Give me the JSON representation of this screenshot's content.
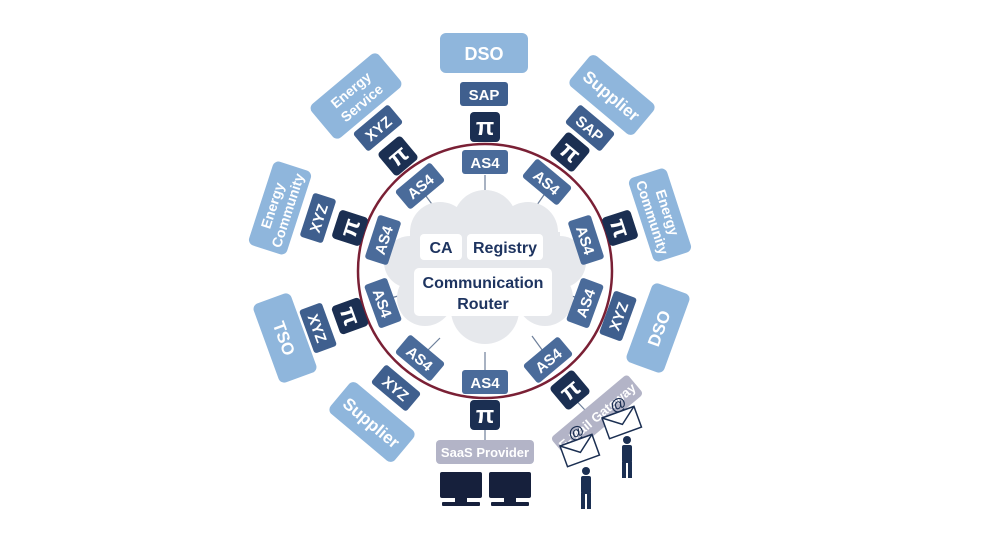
{
  "center": {
    "ca": "CA",
    "registry": "Registry",
    "router_line1": "Communication",
    "router_line2": "Router"
  },
  "nodes": [
    {
      "participant": "DSO",
      "adapter": "SAP",
      "protocol": "AS4"
    },
    {
      "participant": "Supplier",
      "adapter": "SAP",
      "protocol": "AS4"
    },
    {
      "participant_line1": "Energy",
      "participant_line2": "Community",
      "protocol": "AS4"
    },
    {
      "participant": "DSO",
      "adapter": "XYZ",
      "protocol": "AS4"
    },
    {
      "participant": "E-Mail Gateway",
      "protocol": "AS4"
    },
    {
      "participant": "SaaS Provider",
      "protocol": "AS4"
    },
    {
      "participant": "Supplier",
      "adapter": "XYZ",
      "protocol": "AS4"
    },
    {
      "participant": "TSO",
      "adapter": "XYZ",
      "protocol": "AS4"
    },
    {
      "participant_line1": "Energy",
      "participant_line2": "Community",
      "adapter": "XYZ",
      "protocol": "AS4"
    },
    {
      "participant_line1": "Energy",
      "participant_line2": "Service",
      "adapter": "XYZ",
      "protocol": "AS4"
    }
  ],
  "pi_symbol": "π",
  "icons": [
    "envelope-at-icon",
    "person-icon",
    "monitor-icon"
  ],
  "colors": {
    "participant_fill": "#8fb6dc",
    "adapter_fill": "#3f5f8e",
    "pi_fill": "#1b2f52",
    "protocol_fill": "#4a6b9a",
    "ring": "#7a2035",
    "cloud": "#e6e8ec",
    "saas_fill": "#b3b4c7",
    "monitor": "#16203c"
  }
}
